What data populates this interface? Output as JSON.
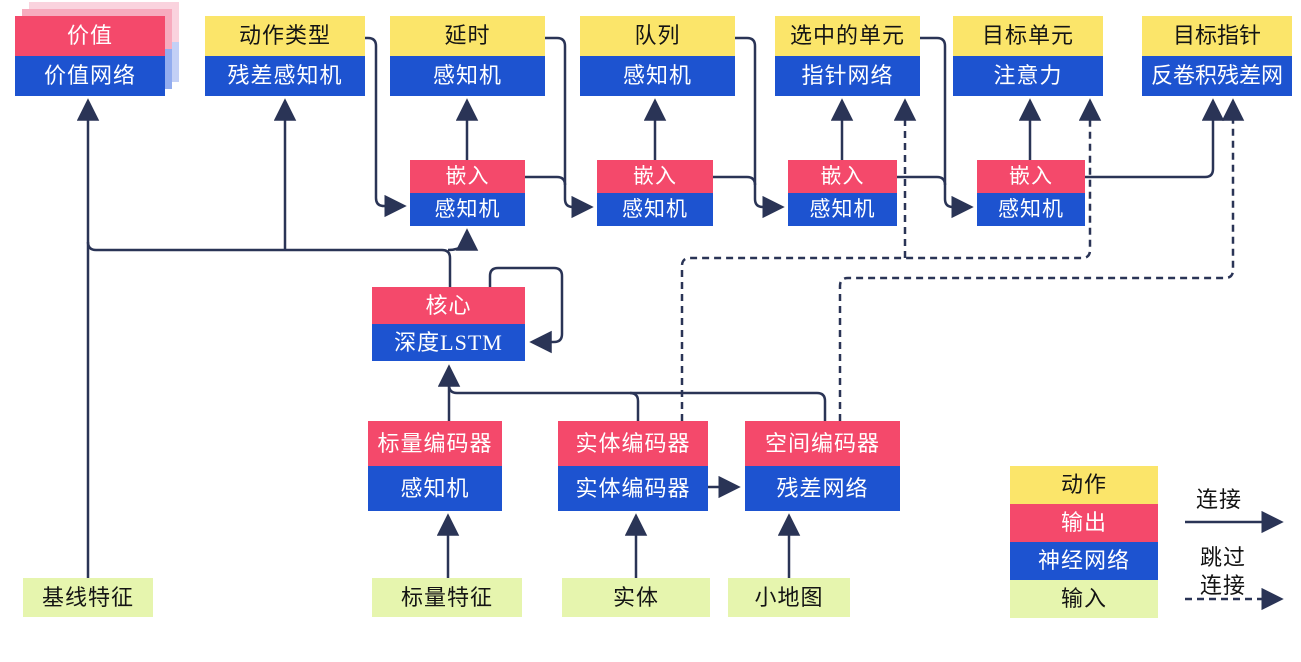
{
  "diagram": {
    "outputs": {
      "value": {
        "top": "价值",
        "bottom": "价值网络"
      },
      "action_type": {
        "top": "动作类型",
        "bottom": "残差感知机"
      },
      "delay": {
        "top": "延时",
        "bottom": "感知机"
      },
      "queue": {
        "top": "队列",
        "bottom": "感知机"
      },
      "selected_units": {
        "top": "选中的单元",
        "bottom": "指针网络"
      },
      "target_unit": {
        "top": "目标单元",
        "bottom": "注意力"
      },
      "target_point": {
        "top": "目标指针",
        "bottom": "反卷积残差网"
      }
    },
    "embeds": {
      "embed1": {
        "top": "嵌入",
        "bottom": "感知机"
      },
      "embed2": {
        "top": "嵌入",
        "bottom": "感知机"
      },
      "embed3": {
        "top": "嵌入",
        "bottom": "感知机"
      },
      "embed4": {
        "top": "嵌入",
        "bottom": "感知机"
      }
    },
    "core": {
      "top": "核心",
      "bottom": "深度LSTM"
    },
    "encoders": {
      "scalar": {
        "top": "标量编码器",
        "bottom": "感知机"
      },
      "entity": {
        "top": "实体编码器",
        "bottom": "实体编码器"
      },
      "spatial": {
        "top": "空间编码器",
        "bottom": "残差网络"
      }
    },
    "inputs": {
      "baseline": "基线特征",
      "scalar": "标量特征",
      "entity": "实体",
      "minimap": "小地图"
    },
    "legend": {
      "action": "动作",
      "output": "输出",
      "network": "神经网络",
      "input": "输入",
      "connection": "连接",
      "skip_line1": "跳过",
      "skip_line2": "连接"
    },
    "colors": {
      "action_yellow": "#FBE56A",
      "output_red": "#F4496B",
      "network_blue": "#1D53D0",
      "input_green": "#E6F5AE",
      "wire_navy": "#2A3456"
    }
  }
}
